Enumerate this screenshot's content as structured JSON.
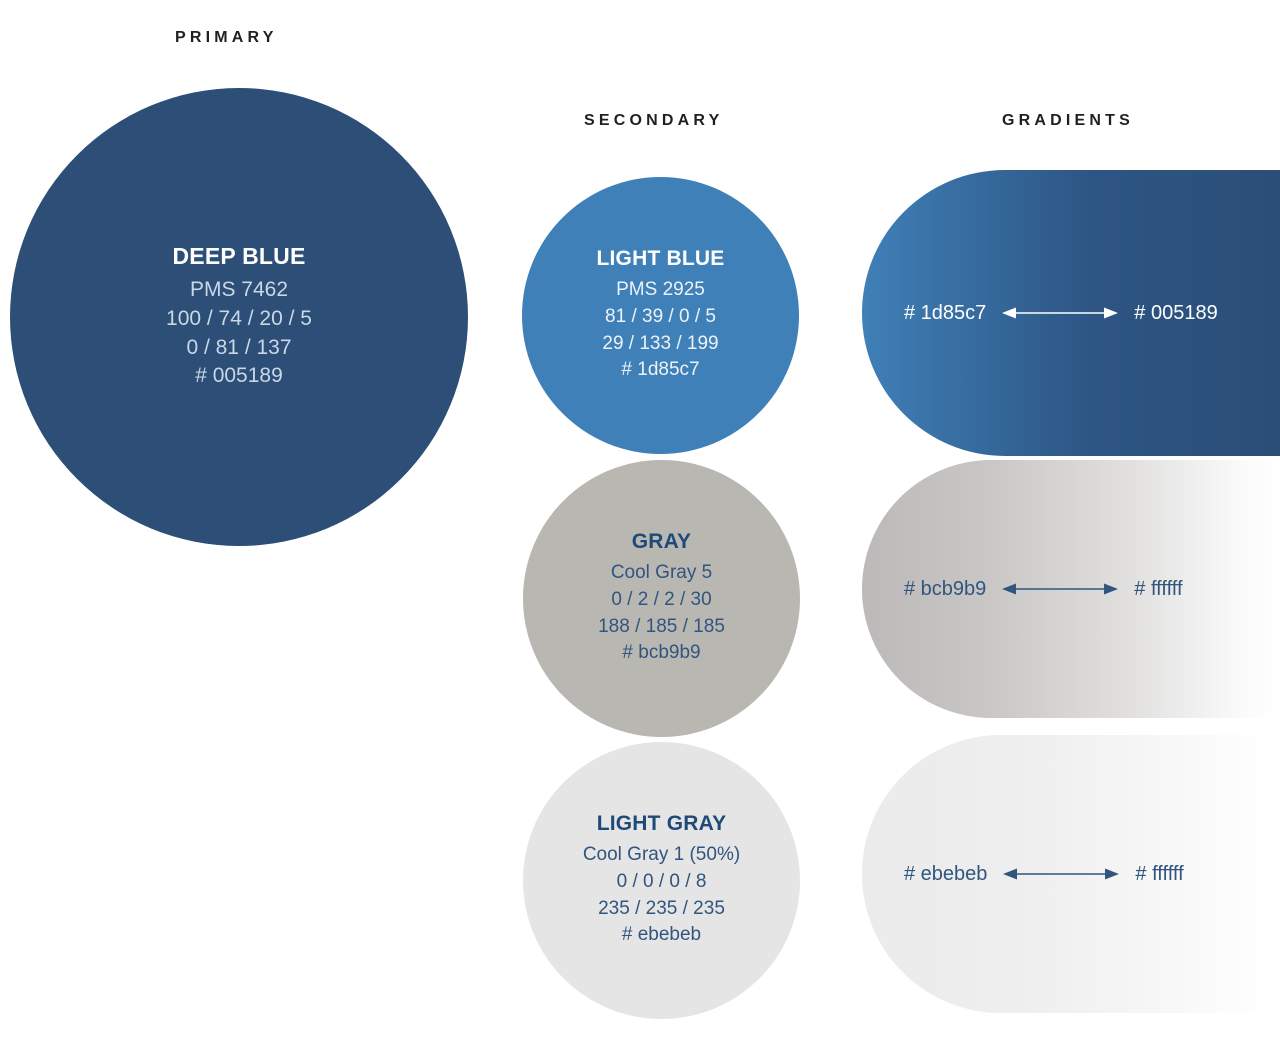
{
  "headers": {
    "primary": "PRIMARY",
    "secondary": "SECONDARY",
    "gradients": "GRADIENTS"
  },
  "colors": {
    "deep_blue": "#005189",
    "deep_blue_render": "#2c4e77",
    "light_blue": "#1d85c7",
    "light_blue_render": "#4080b8",
    "gray": "#bcb9b9",
    "light_gray": "#ebebeb",
    "white": "#ffffff",
    "header_text": "#231f20",
    "blue_text": "#31557e"
  },
  "primary": {
    "swatch": {
      "name": "DEEP BLUE",
      "pms": "PMS 7462",
      "cmyk": "100 / 74 / 20 / 5",
      "rgb": "0 / 81 / 137",
      "hex": "# 005189"
    }
  },
  "secondary": {
    "swatches": [
      {
        "name": "LIGHT BLUE",
        "pms": "PMS 2925",
        "cmyk": "81 / 39 / 0 / 5",
        "rgb": "29 / 133 / 199",
        "hex": "# 1d85c7"
      },
      {
        "name": "GRAY",
        "pms": "Cool Gray 5",
        "cmyk": "0 / 2 / 2 / 30",
        "rgb": "188 / 185 / 185",
        "hex": "# bcb9b9"
      },
      {
        "name": "LIGHT GRAY",
        "pms": "Cool Gray 1 (50%)",
        "cmyk": "0 / 0 / 0 / 8",
        "rgb": "235 / 235 / 235",
        "hex": "# ebebeb"
      }
    ]
  },
  "gradients": {
    "panels": [
      {
        "from_label": "# 1d85c7",
        "to_label": "# 005189",
        "arrow_icon": "double-arrow-icon"
      },
      {
        "from_label": "# bcb9b9",
        "to_label": "# ffffff",
        "arrow_icon": "double-arrow-icon"
      },
      {
        "from_label": "# ebebeb",
        "to_label": "# ffffff",
        "arrow_icon": "double-arrow-icon"
      }
    ]
  }
}
